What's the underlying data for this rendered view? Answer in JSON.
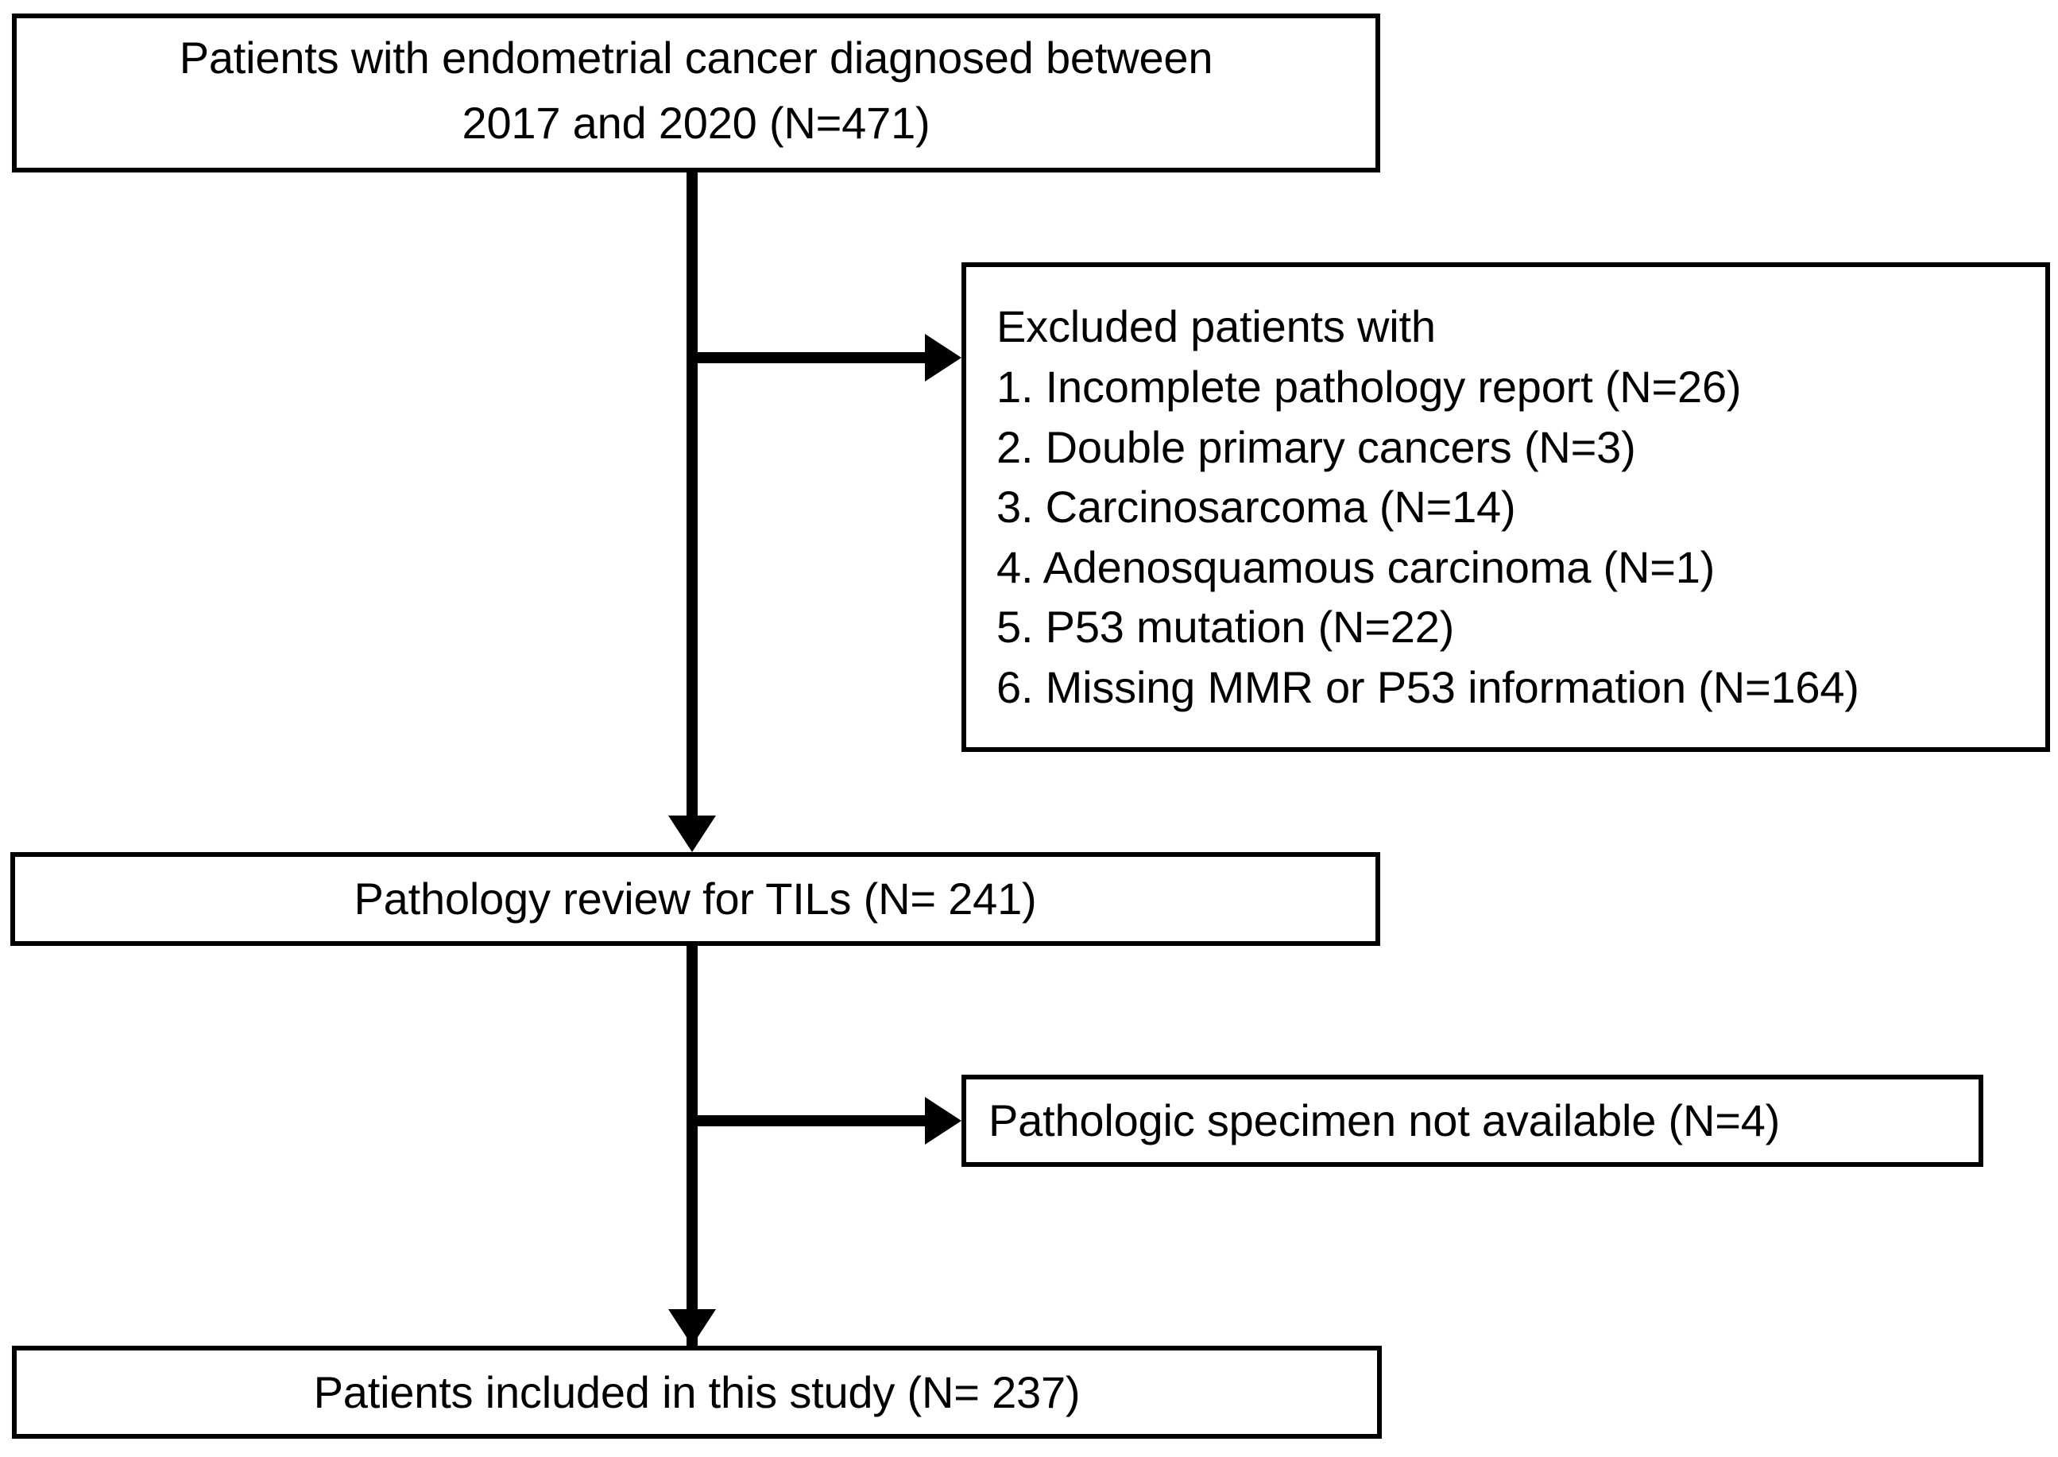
{
  "diagram": {
    "type": "patient-selection-flowchart",
    "nodes": {
      "source": {
        "name": "source-cohort-box",
        "lines": [
          "Patients with endometrial cancer diagnosed between",
          "2017 and 2020 (N=471)"
        ],
        "count": 471
      },
      "excluded": {
        "name": "excluded-patients-box",
        "heading": "Excluded patients with",
        "items": [
          "1. Incomplete pathology report (N=26)",
          "2. Double primary cancers (N=3)",
          "3. Carcinosarcoma (N=14)",
          "4. Adenosquamous carcinoma (N=1)",
          "5. P53 mutation (N=22)",
          "6. Missing MMR or P53 information (N=164)"
        ],
        "counts": [
          26,
          3,
          14,
          1,
          22,
          164
        ]
      },
      "review": {
        "name": "pathology-review-box",
        "lines": [
          "Pathology review for TILs (N= 241)"
        ],
        "count": 241
      },
      "no_specimen": {
        "name": "no-specimen-box",
        "lines": [
          "Pathologic specimen not available (N=4)"
        ],
        "count": 4
      },
      "included": {
        "name": "included-patients-box",
        "lines": [
          "Patients included in this study (N= 237)"
        ],
        "count": 237
      }
    },
    "colors": {
      "stroke": "#000000",
      "fill": "#ffffff",
      "text": "#000000"
    }
  }
}
